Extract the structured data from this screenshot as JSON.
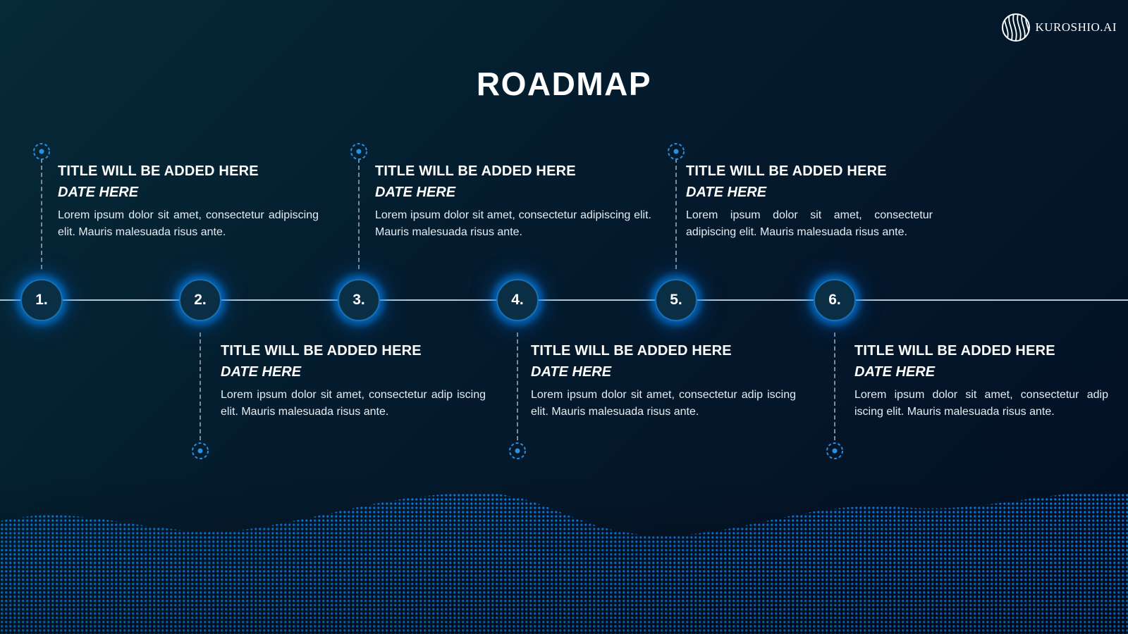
{
  "brand": {
    "name": "KUROSHIO.AI",
    "logo_icon": "striped-sphere-icon"
  },
  "page": {
    "title": "ROADMAP"
  },
  "colors": {
    "background": "#041c2e",
    "node_fill": "#0a2f45",
    "node_glow": "#0a8cff",
    "pin": "#2b8fe0",
    "timeline": "#b8c6d2",
    "wave_start": "#00c8ff",
    "wave_end": "#1a3cff"
  },
  "steps": [
    {
      "number": "1.",
      "title": "TITLE WILL BE ADDED HERE",
      "date": "DATE HERE",
      "description": "Lorem ipsum dolor sit amet, consectetur adipiscing elit. Mauris malesuada risus ante.",
      "position": "above"
    },
    {
      "number": "2.",
      "title": "TITLE WILL BE ADDED HERE",
      "date": "DATE HERE",
      "description": "Lorem ipsum dolor sit amet, consectetur adip iscing elit. Mauris malesuada risus ante.",
      "position": "below"
    },
    {
      "number": "3.",
      "title": "TITLE WILL BE ADDED HERE",
      "date": "DATE HERE",
      "description": "Lorem ipsum dolor sit amet, consectetur adipiscing elit. Mauris malesuada risus ante.",
      "position": "above"
    },
    {
      "number": "4.",
      "title": "TITLE WILL BE ADDED HERE",
      "date": "DATE HERE",
      "description": "Lorem ipsum dolor sit amet, consectetur adip iscing elit. Mauris malesuada risus ante.",
      "position": "below"
    },
    {
      "number": "5.",
      "title": "TITLE WILL BE ADDED HERE",
      "date": "DATE HERE",
      "description": "Lorem ipsum dolor sit amet, consectetur adipiscing elit. Mauris malesuada risus ante.",
      "position": "above"
    },
    {
      "number": "6.",
      "title": "TITLE WILL BE ADDED HERE",
      "date": "DATE HERE",
      "description": "Lorem ipsum dolor sit amet, consectetur adip iscing elit. Mauris malesuada risus ante.",
      "position": "below"
    }
  ]
}
